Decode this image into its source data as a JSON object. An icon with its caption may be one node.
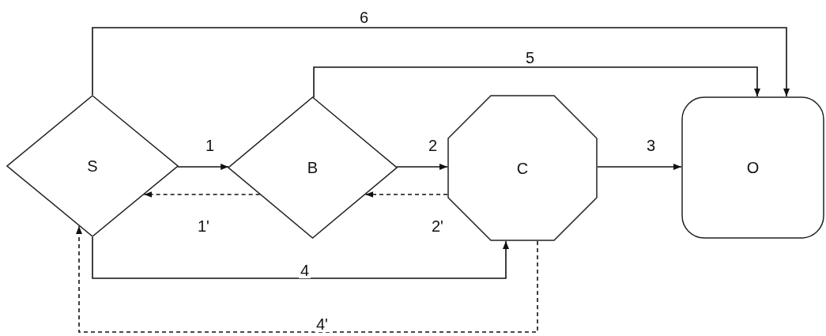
{
  "diagram": {
    "nodes": [
      {
        "text": [
          "S"
        ]
      },
      {
        "text": [
          "B"
        ]
      },
      {
        "text": [
          "C"
        ]
      },
      {
        "text": [
          "O"
        ]
      }
    ],
    "edges": [
      {
        "from": 0,
        "to": 1,
        "arrow": "to",
        "label": "1"
      },
      {
        "from": 1,
        "to": 0,
        "arrow": "to",
        "label": "1'",
        "style": "dashed"
      },
      {
        "from": 1,
        "to": 2,
        "arrow": "to",
        "label": "2"
      },
      {
        "from": 2,
        "to": 1,
        "arrow": "to",
        "label": "2'",
        "style": "dashed"
      },
      {
        "from": 2,
        "to": 3,
        "arrow": "to",
        "label": "3"
      },
      {
        "from": 0,
        "to": 2,
        "arrow": "to",
        "label": "4"
      },
      {
        "from": 2,
        "to": 0,
        "arrow": "to",
        "label": "4'",
        "style": "dashed"
      },
      {
        "from": 1,
        "to": 3,
        "arrow": "to",
        "label": "5"
      },
      {
        "from": 0,
        "to": 3,
        "arrow": "to",
        "label": "6"
      }
    ]
  }
}
